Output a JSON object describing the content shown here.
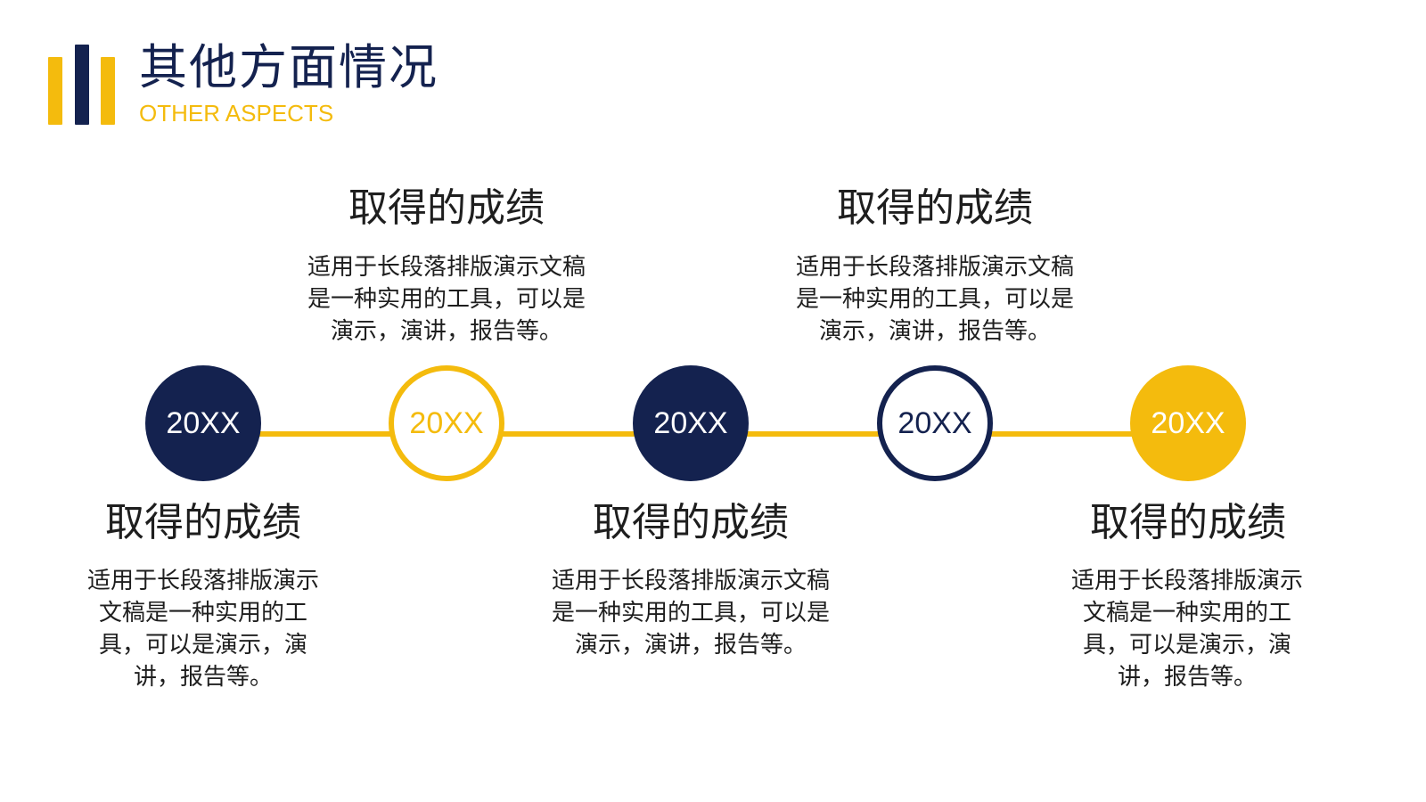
{
  "header": {
    "title": "其他方面情况",
    "subtitle": "OTHER ASPECTS"
  },
  "colors": {
    "navy": "#14224f",
    "yellow": "#f4bb0d",
    "white": "#ffffff"
  },
  "timeline": {
    "nodes": [
      {
        "label": "20XX",
        "style": "filled-navy"
      },
      {
        "label": "20XX",
        "style": "outline-yellow"
      },
      {
        "label": "20XX",
        "style": "filled-navy"
      },
      {
        "label": "20XX",
        "style": "outline-navy"
      },
      {
        "label": "20XX",
        "style": "filled-yellow"
      }
    ]
  },
  "items": [
    {
      "heading": "取得的成绩",
      "lines": [
        "适用于长段落排版演示",
        "文稿是一种实用的工",
        "具，可以是演示，演",
        "讲，报告等。"
      ]
    },
    {
      "heading": "取得的成绩",
      "lines": [
        "适用于长段落排版演示文稿",
        "是一种实用的工具，可以是",
        "演示，演讲，报告等。"
      ]
    },
    {
      "heading": "取得的成绩",
      "lines": [
        "适用于长段落排版演示文稿",
        "是一种实用的工具，可以是",
        "演示，演讲，报告等。"
      ]
    },
    {
      "heading": "取得的成绩",
      "lines": [
        "适用于长段落排版演示文稿",
        "是一种实用的工具，可以是",
        "演示，演讲，报告等。"
      ]
    },
    {
      "heading": "取得的成绩",
      "lines": [
        "适用于长段落排版演示",
        "文稿是一种实用的工",
        "具，可以是演示，演",
        "讲，报告等。"
      ]
    }
  ]
}
